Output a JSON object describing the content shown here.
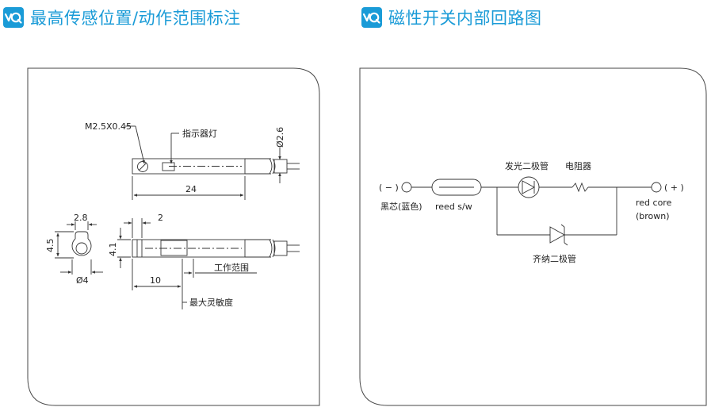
{
  "colors": {
    "accent": "#1a9bd7",
    "line": "#333333"
  },
  "left_panel": {
    "title": "最高传感位置/动作范围标注",
    "icon": "waveform-logo-icon",
    "labels": {
      "thread": "M2.5X0.45",
      "indicator": "指示器灯",
      "diameter_cable": "Ø2.6",
      "length_total": "24",
      "width_top": "2.8",
      "height_left": "4.5",
      "diameter_body": "Ø4",
      "offset_small": "2",
      "height_side": "4.1",
      "distance_10": "10",
      "working_range": "工作范围",
      "max_sensitivity": "最大灵敏度"
    }
  },
  "right_panel": {
    "title": "磁性开关内部回路图",
    "icon": "waveform-logo-icon",
    "labels": {
      "minus": "( − )",
      "plus": "( + )",
      "black_core": "黑芯(蓝色)",
      "reed": "reed s/w",
      "led": "发光二极管",
      "resistor": "电阻器",
      "red_core": "red core",
      "brown": "(brown)",
      "zener": "齐纳二极管"
    }
  }
}
